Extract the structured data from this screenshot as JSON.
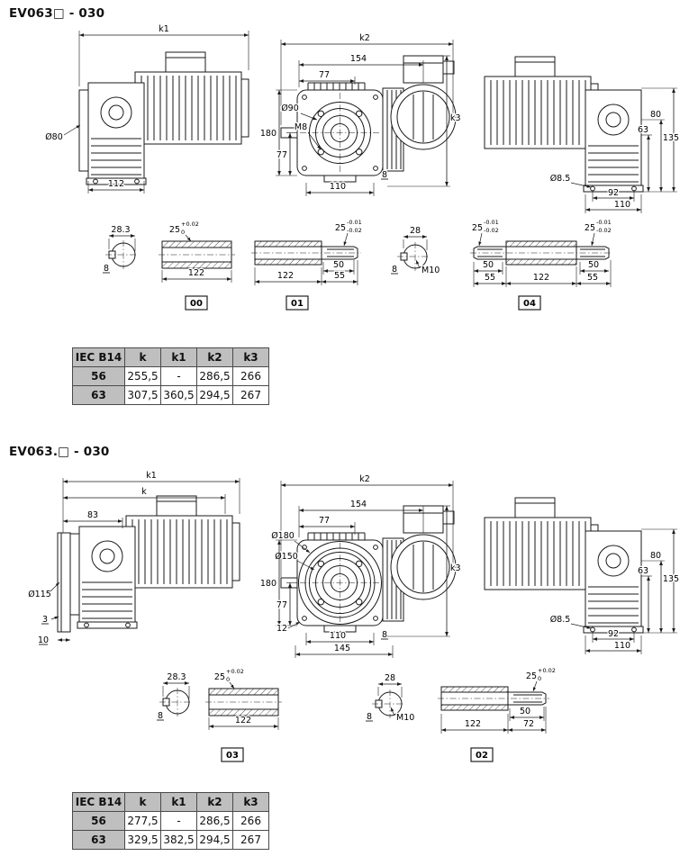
{
  "sections": [
    {
      "title": "EV063□ - 030",
      "views": {
        "left": {
          "k1": "k1",
          "dia_flange": "Ø80",
          "width": "112"
        },
        "front": {
          "k2": "k2",
          "len154": "154",
          "len77": "77",
          "dia90": "Ø90",
          "m8": "M8",
          "h180": "180",
          "h77": "77",
          "w110": "110",
          "off8": "8",
          "k3": "k3"
        },
        "right": {
          "h63": "63",
          "h80": "80",
          "h135": "135",
          "dia85": "Ø8.5",
          "w92": "92",
          "w110": "110"
        }
      },
      "shafts": {
        "s00": {
          "w283": "28.3",
          "d25": "25",
          "tu": "+0.02",
          "td": "0",
          "k8": "8",
          "l122": "122",
          "tag": "00"
        },
        "s01": {
          "d25": "25",
          "tu": "-0.01",
          "td": "-0.02",
          "l50": "50",
          "l122": "122",
          "l55": "55",
          "tag": "01"
        },
        "m10": {
          "w28": "28",
          "thread": "M10",
          "k8": "8"
        },
        "s04": {
          "d25l": "25",
          "tul": "-0.01",
          "tdl": "-0.02",
          "d25r": "25",
          "tur": "-0.01",
          "tdr": "-0.02",
          "l50l": "50",
          "l55l": "55",
          "l122": "122",
          "l50r": "50",
          "l55r": "55",
          "tag": "04"
        }
      },
      "table": {
        "col0": "IEC B14",
        "headers": [
          "k",
          "k1",
          "k2",
          "k3"
        ],
        "rows": [
          {
            "label": "56",
            "k": "255,5",
            "k1": "-",
            "k2": "286,5",
            "k3": "266"
          },
          {
            "label": "63",
            "k": "307,5",
            "k1": "360,5",
            "k2": "294,5",
            "k3": "267"
          }
        ]
      }
    },
    {
      "title": "EV063.□ - 030",
      "views": {
        "left": {
          "k1": "k1",
          "k": "k",
          "len83": "83",
          "dia115": "Ø115",
          "t3": "3",
          "t10": "10"
        },
        "front": {
          "k2": "k2",
          "len154": "154",
          "len77": "77",
          "dia180": "Ø180",
          "dia150": "Ø150",
          "h180": "180",
          "h77": "77",
          "t12": "12",
          "w110": "110",
          "w145": "145",
          "off8": "8",
          "k3": "k3"
        },
        "right": {
          "h63": "63",
          "h80": "80",
          "h135": "135",
          "dia85": "Ø8.5",
          "w92": "92",
          "w110": "110"
        }
      },
      "shafts": {
        "s03": {
          "w283": "28.3",
          "d25": "25",
          "tu": "+0.02",
          "td": "0",
          "k8": "8",
          "l122": "122",
          "tag": "03"
        },
        "m10": {
          "w28": "28",
          "thread": "M10",
          "k8": "8"
        },
        "s02": {
          "d25": "25",
          "tu": "+0.02",
          "td": "0",
          "l50": "50",
          "l122": "122",
          "l72": "72",
          "tag": "02"
        }
      },
      "table": {
        "col0": "IEC B14",
        "headers": [
          "k",
          "k1",
          "k2",
          "k3"
        ],
        "rows": [
          {
            "label": "56",
            "k": "277,5",
            "k1": "-",
            "k2": "286,5",
            "k3": "266"
          },
          {
            "label": "63",
            "k": "329,5",
            "k1": "382,5",
            "k2": "294,5",
            "k3": "267"
          }
        ]
      }
    }
  ]
}
